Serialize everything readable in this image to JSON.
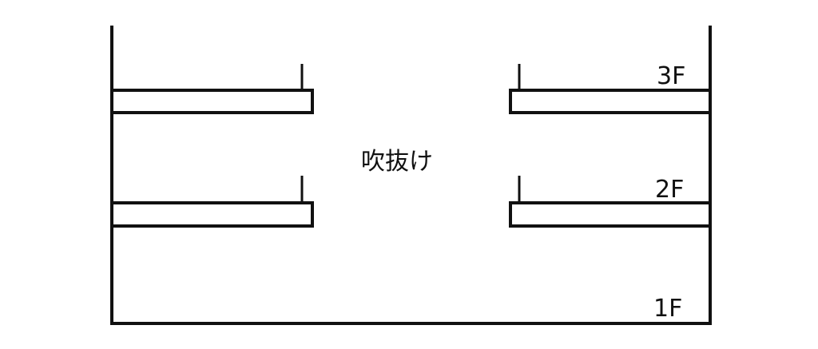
{
  "colors": {
    "line": "#111111",
    "background": "#ffffff"
  },
  "floors": {
    "first": "1F",
    "second": "2F",
    "third": "3F"
  },
  "void_label": "吹抜け"
}
